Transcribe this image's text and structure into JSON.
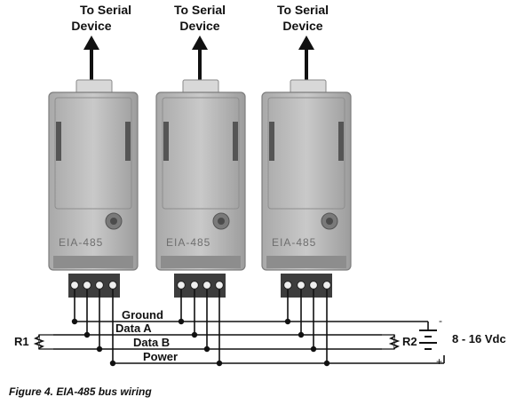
{
  "destinations": [
    "To Serial Device",
    "To Serial Device",
    "To Serial Device"
  ],
  "module_label": "EIA-485",
  "bus_lines": [
    "Ground",
    "Data A",
    "Data B",
    "Power"
  ],
  "resistors": [
    "R1",
    "R2"
  ],
  "supply": {
    "label": "8 - 16 Vdc",
    "negative": "-",
    "positive": "+"
  },
  "caption": "Figure 4. EIA-485 bus wiring"
}
